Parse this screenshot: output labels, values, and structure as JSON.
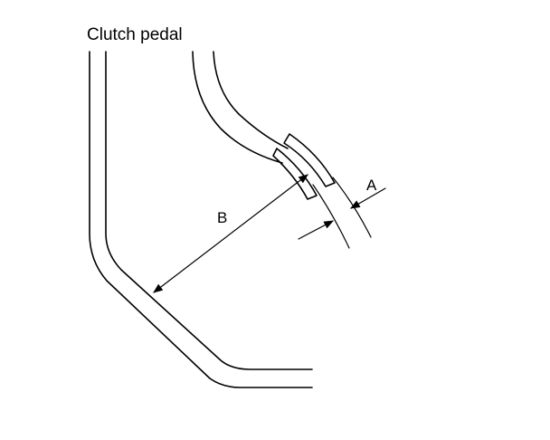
{
  "diagram": {
    "title": "Clutch pedal",
    "dimension_a_label": "A",
    "dimension_b_label": "B"
  },
  "colors": {
    "line": "#000000",
    "background": "#ffffff"
  }
}
